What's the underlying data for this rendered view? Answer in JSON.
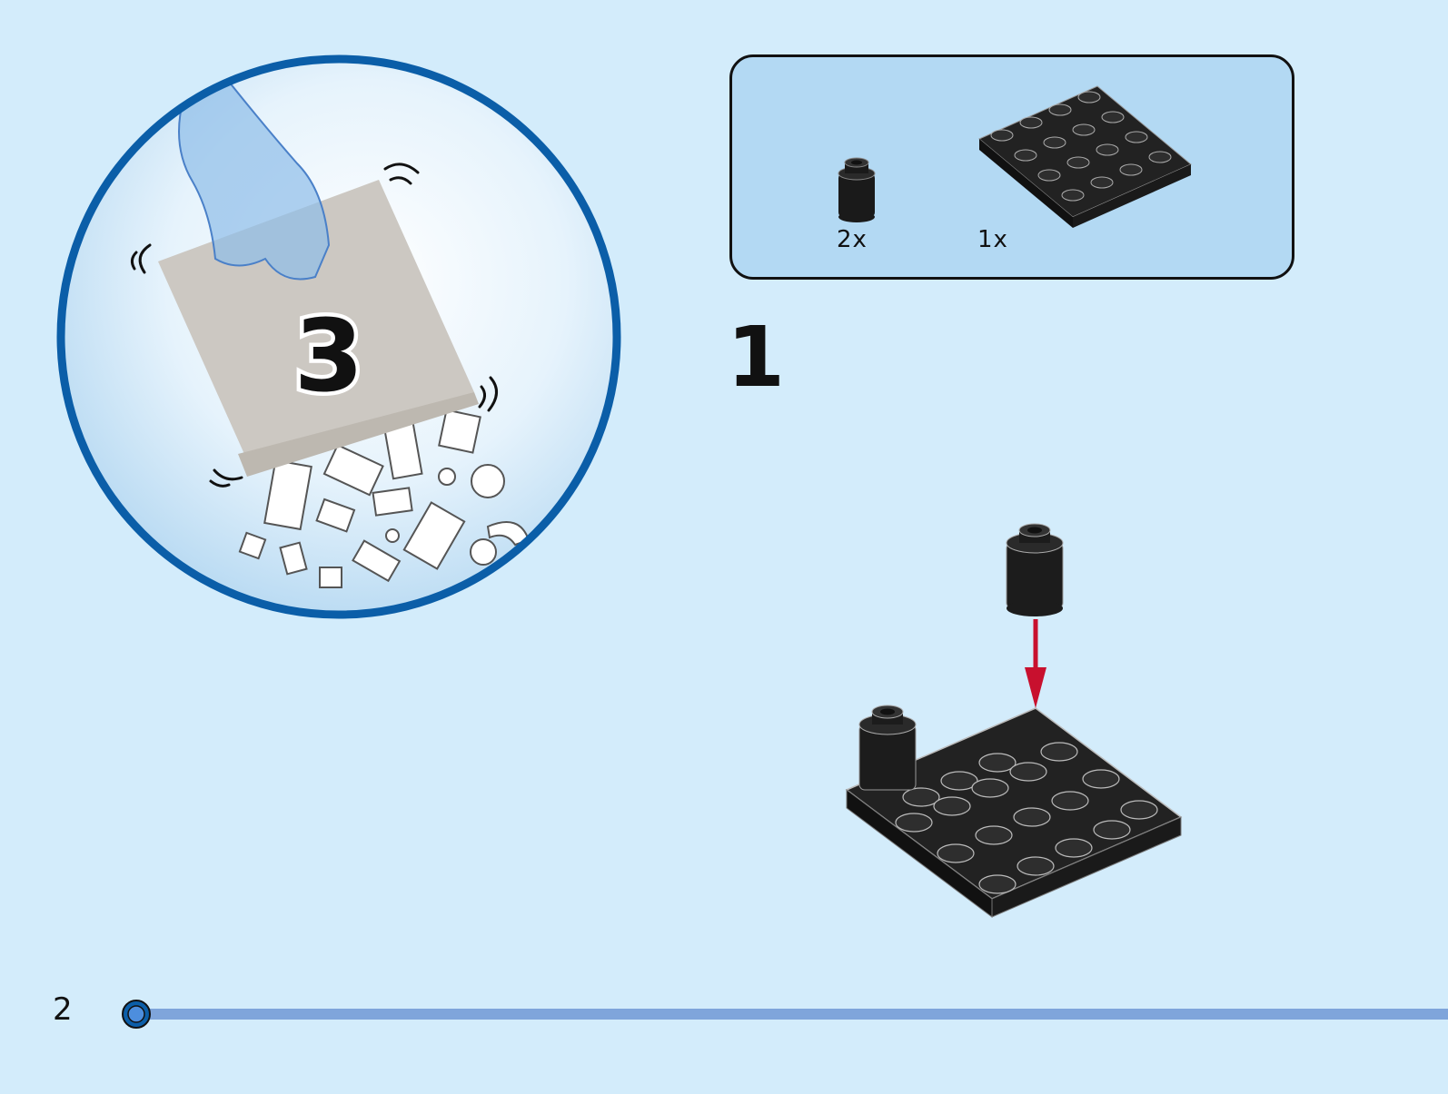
{
  "bag": {
    "number": "3"
  },
  "parts_list": {
    "items": [
      {
        "name": "round-brick-1x1",
        "quantity": "2x",
        "color": "#1a1a1a"
      },
      {
        "name": "plate-4x4",
        "quantity": "1x",
        "color": "#1a1a1a"
      }
    ]
  },
  "step": {
    "number": "1"
  },
  "footer": {
    "page_number": "2"
  },
  "colors": {
    "background": "#d3ecfb",
    "circle_border": "#0b5ea8",
    "arrow": "#c8102e",
    "progress": "#7fa5db"
  }
}
